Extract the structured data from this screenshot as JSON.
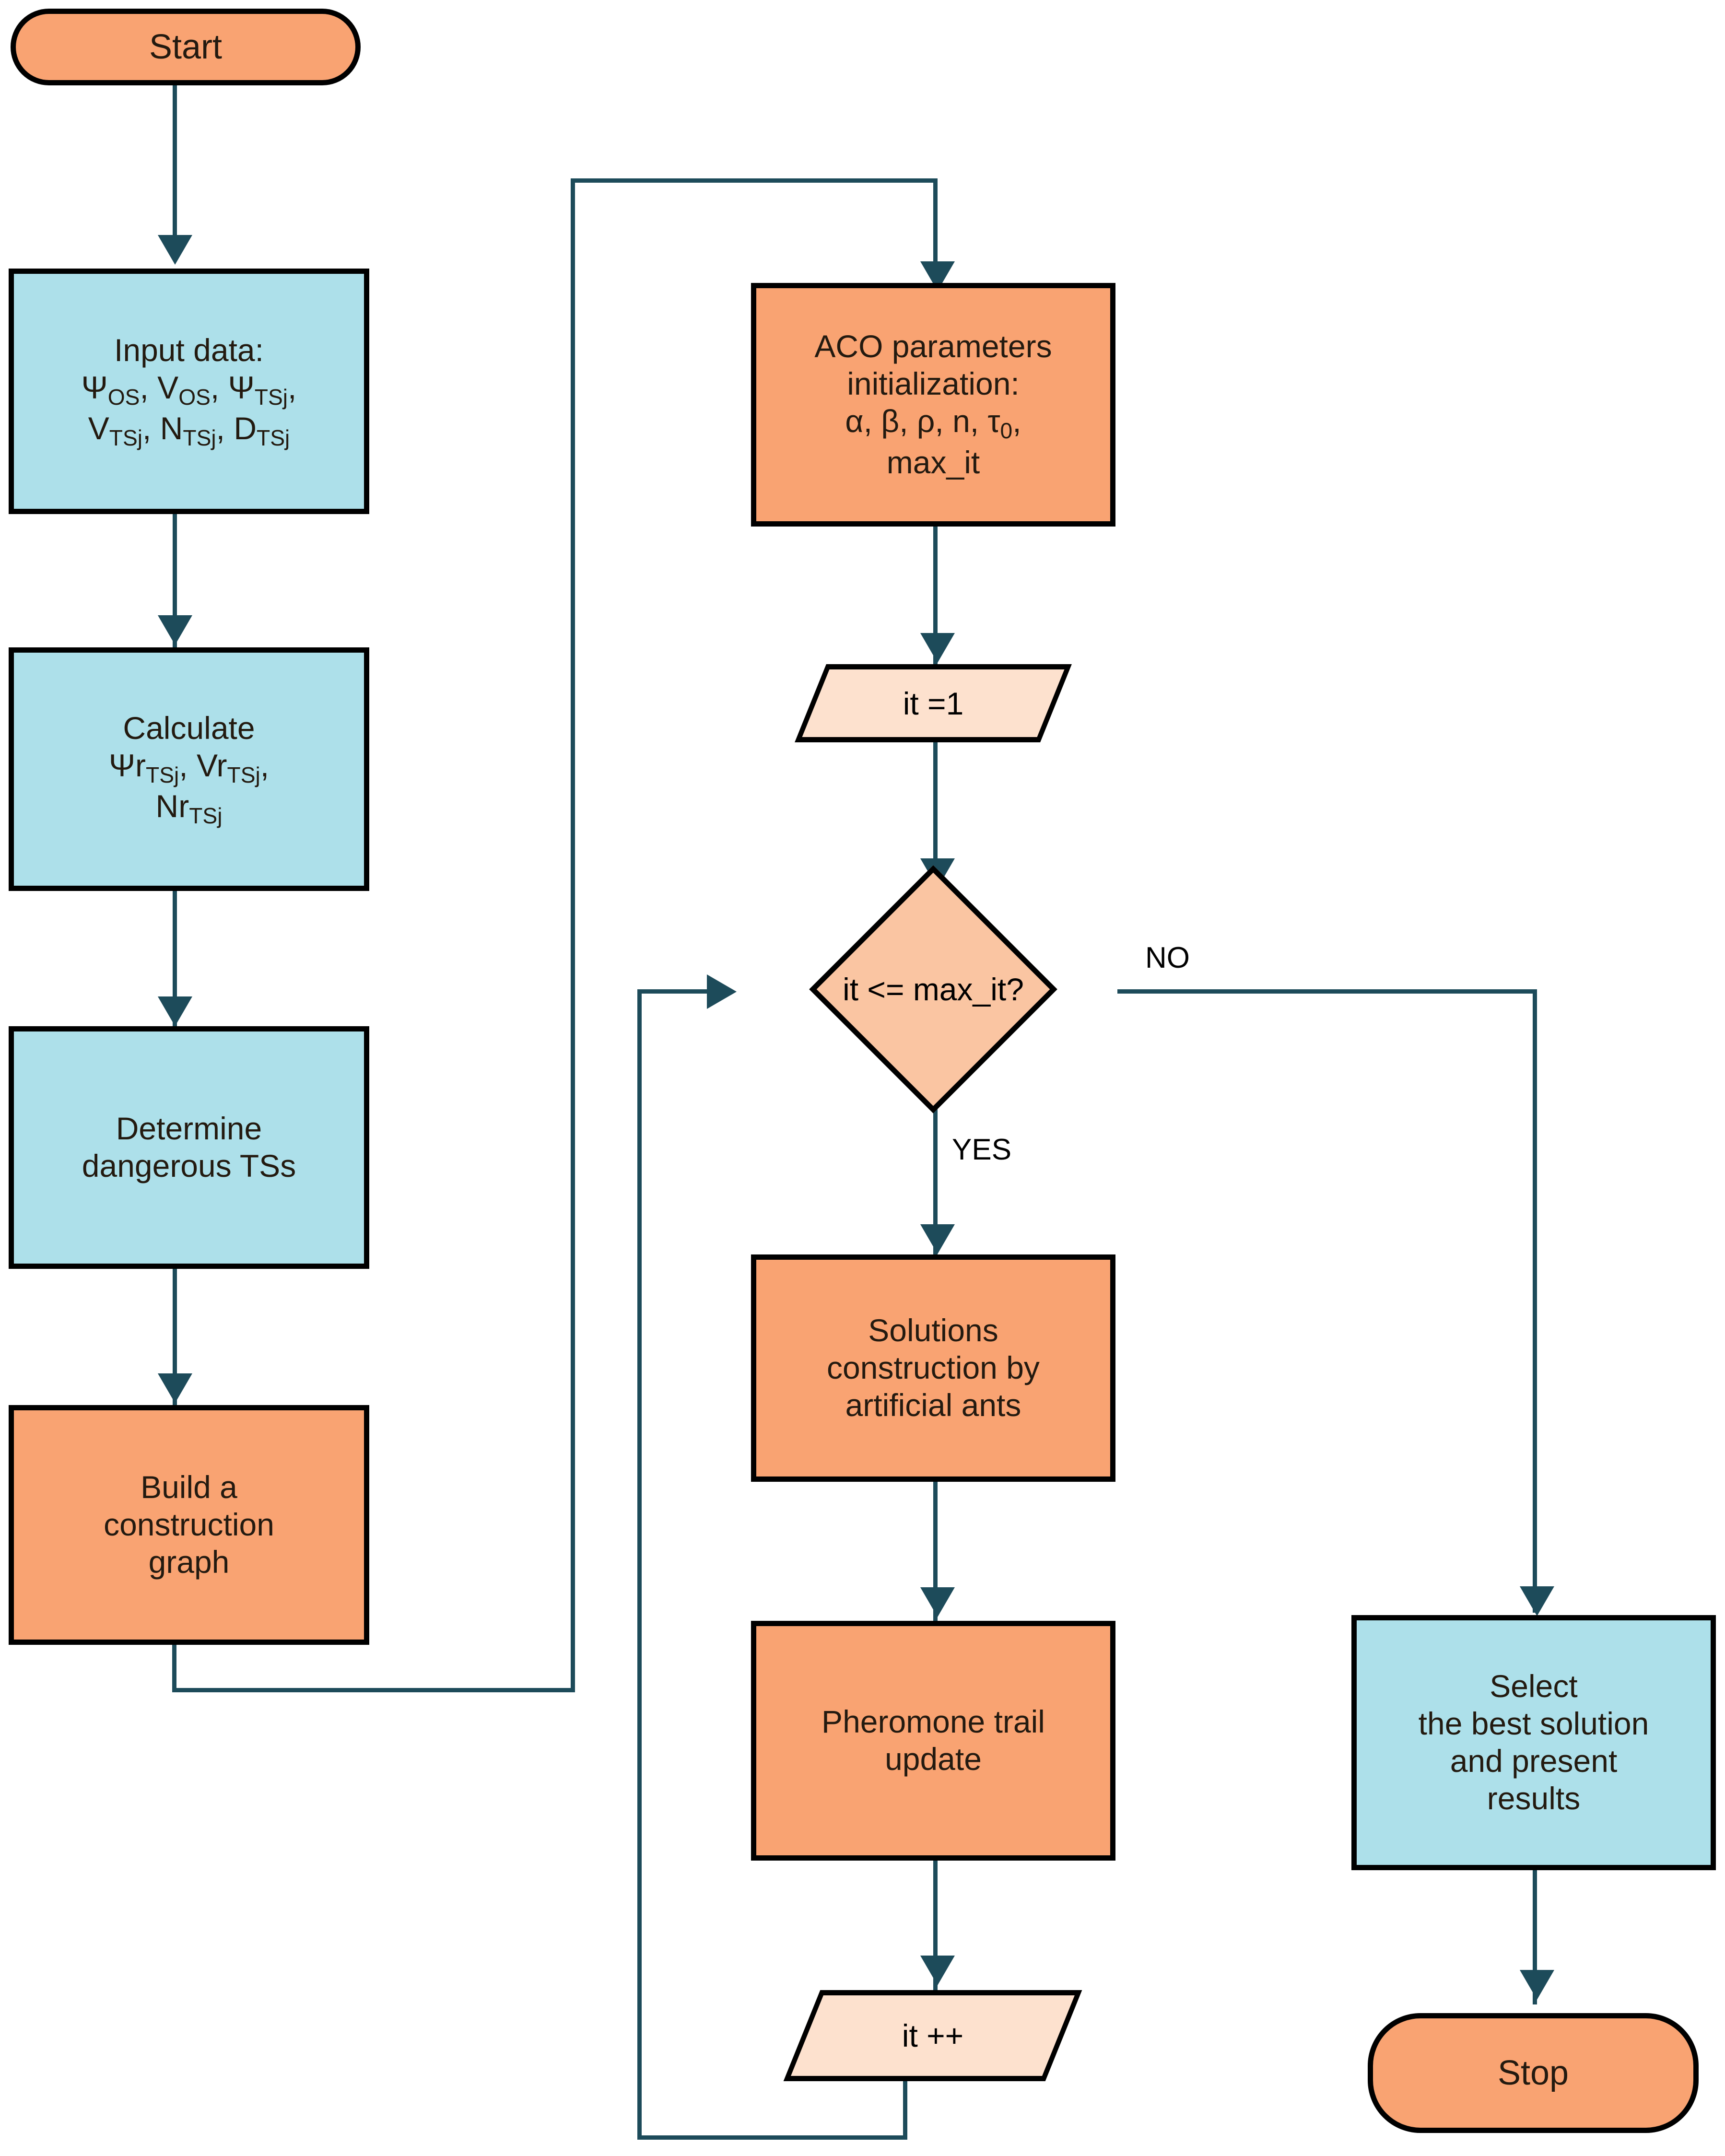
{
  "diagram": {
    "title": "ACO algorithm flowchart",
    "type": "flowchart",
    "colors": {
      "terminator_fill": "#f9a372",
      "process_orange_fill": "#f9a372",
      "process_blue_fill": "#ade0ea",
      "io_parallelogram_fill": "#fde1ce",
      "decision_fill": "#fac5a2",
      "border": "#000000",
      "connector": "#1d4b5a",
      "text": "#231a10"
    },
    "nodes": {
      "start": {
        "label": "Start",
        "shape": "terminator"
      },
      "input_data": {
        "shape": "process",
        "line1": "Input data:",
        "line2_html": "Ψ<sub>OS</sub>, V<sub>OS</sub>, Ψ<sub>TSj</sub>,",
        "line3_html": "V<sub>TSj</sub>, N<sub>TSj</sub>, D<sub>TSj</sub>",
        "plain": "Input data: ΨOS, VOS, ΨTSj, VTSj, NTSj, DTSj"
      },
      "calculate": {
        "shape": "process",
        "line1": "Calculate",
        "line2_html": "Ψr<sub>TSj</sub>, Vr<sub>TSj</sub>,",
        "line3_html": "Nr<sub>TSj</sub>",
        "plain": "Calculate ΨrTSj, VrTSj, NrTSj"
      },
      "determine": {
        "shape": "process",
        "label": "Determine\ndangerous TSs"
      },
      "build_graph": {
        "shape": "process",
        "label": "Build a\nconstruction\ngraph"
      },
      "aco_init": {
        "shape": "process",
        "line1": "ACO parameters",
        "line2": "initialization:",
        "line3_html": "α, β, ρ, n, τ<sub>0</sub>,",
        "line4": "max_it",
        "plain": "ACO parameters initialization: α, β, ρ, n, τ0, max_it"
      },
      "it_init": {
        "shape": "io",
        "label": "it =1"
      },
      "decision": {
        "shape": "decision",
        "label": "it <= max_it?"
      },
      "solutions": {
        "shape": "process",
        "label": "Solutions\nconstruction by\nartificial ants"
      },
      "pheromone": {
        "shape": "process",
        "label": "Pheromone trail\nupdate"
      },
      "it_inc": {
        "shape": "io",
        "label": "it ++"
      },
      "select_best": {
        "shape": "process",
        "label": "Select\nthe best solution\nand present\nresults"
      },
      "stop": {
        "label": "Stop",
        "shape": "terminator"
      }
    },
    "edge_labels": {
      "no": "NO",
      "yes": "YES"
    }
  }
}
